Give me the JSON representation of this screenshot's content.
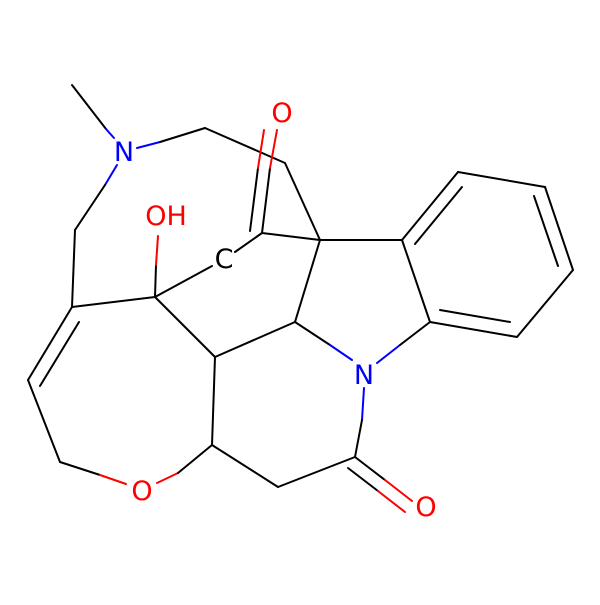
{
  "molecule": {
    "atom_labels": {
      "n_amine": "N",
      "n_indole": "N",
      "oh": "OH",
      "o_ketone": "O",
      "o_ether": "O",
      "o_lactam": "O",
      "c_bridge": "C"
    },
    "colors": {
      "bond": "#000000",
      "nitrogen": "#0000ff",
      "oxygen": "#ff0000",
      "carbon": "#000000",
      "background": "#ffffff"
    }
  }
}
